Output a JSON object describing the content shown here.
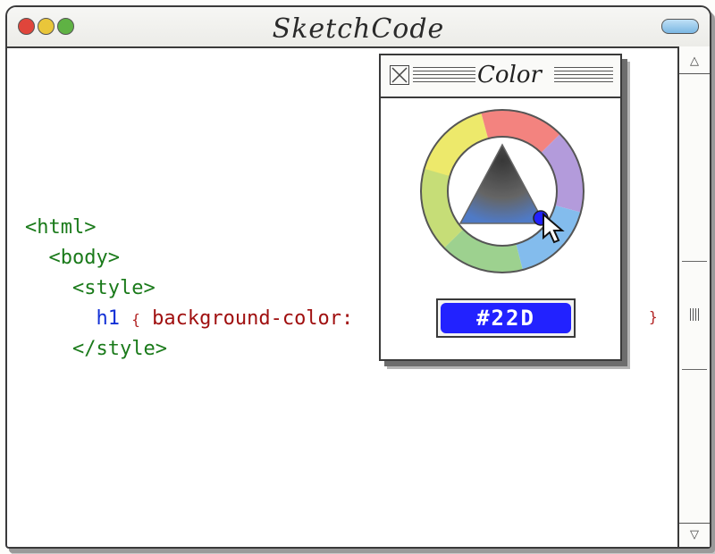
{
  "window": {
    "title": "SketchCode"
  },
  "code": {
    "line1": "<html>",
    "line2": "<body>",
    "line3": "<style>",
    "line4_selector": "h1",
    "line4_open_brace": "{",
    "line4_property": "background-color:",
    "line4_close_brace": "}",
    "line5": "</style>"
  },
  "color_panel": {
    "title": "Color",
    "hex_value": "#22D",
    "selected_color": "#2222ff"
  },
  "scrollbar": {
    "up_icon": "triangle-up-icon",
    "down_icon": "triangle-down-icon"
  },
  "icons": {
    "close": "close-box-icon",
    "cursor": "arrow-cursor-icon"
  }
}
